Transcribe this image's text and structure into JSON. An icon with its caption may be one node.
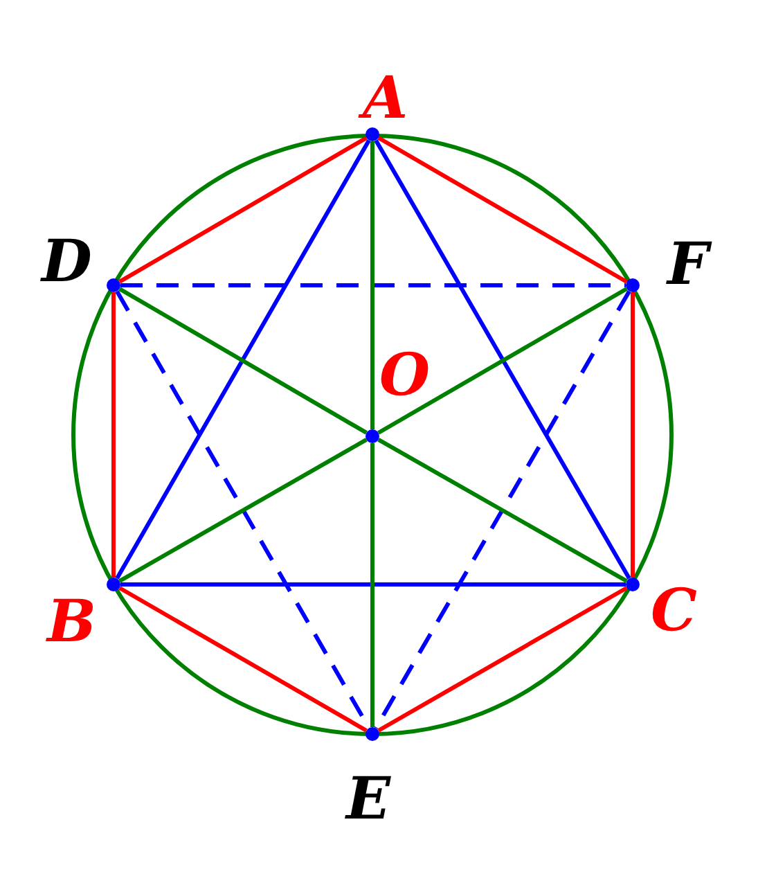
{
  "diagram": {
    "nodes": [
      {
        "text": [],
        "shape": "circle",
        "beside": [
          "A"
        ]
      },
      {
        "text": [],
        "shape": "circle",
        "beside": [
          "D"
        ]
      },
      {
        "text": [],
        "shape": "circle",
        "beside": [
          "F"
        ]
      },
      {
        "text": [],
        "shape": "circle",
        "beside": [
          "O"
        ]
      },
      {
        "text": [],
        "shape": "circle",
        "beside": [
          "B"
        ]
      },
      {
        "text": [],
        "shape": "circle",
        "beside": [
          "C"
        ]
      },
      {
        "text": [],
        "shape": "circle",
        "beside": [
          "E"
        ]
      }
    ],
    "edges": [
      {
        "from": 0,
        "to": 2,
        "arrow": "none",
        "color": "#ff0000"
      },
      {
        "from": 2,
        "to": 5,
        "arrow": "none",
        "color": "#ff0000"
      },
      {
        "from": 5,
        "to": 6,
        "arrow": "none",
        "color": "#ff0000"
      },
      {
        "from": 6,
        "to": 4,
        "arrow": "none",
        "color": "#ff0000"
      },
      {
        "from": 4,
        "to": 1,
        "arrow": "none",
        "color": "#ff0000"
      },
      {
        "from": 1,
        "to": 0,
        "arrow": "none",
        "color": "#ff0000"
      },
      {
        "from": 0,
        "to": 4,
        "arrow": "none",
        "color": "#0000ff"
      },
      {
        "from": 0,
        "to": 5,
        "arrow": "none",
        "color": "#0000ff"
      },
      {
        "from": 4,
        "to": 5,
        "arrow": "none",
        "color": "#0000ff"
      },
      {
        "from": 1,
        "to": 2,
        "arrow": "none",
        "style": "dashed",
        "color": "#0000ff"
      },
      {
        "from": 1,
        "to": 6,
        "arrow": "none",
        "style": "dashed",
        "color": "#0000ff"
      },
      {
        "from": 2,
        "to": 6,
        "arrow": "none",
        "style": "dashed",
        "color": "#0000ff"
      },
      {
        "from": 0,
        "to": 3,
        "arrow": "none",
        "color": "#008000"
      },
      {
        "from": 3,
        "to": 6,
        "arrow": "none",
        "color": "#008000"
      },
      {
        "from": 1,
        "to": 3,
        "arrow": "none",
        "color": "#008000"
      },
      {
        "from": 3,
        "to": 5,
        "arrow": "none",
        "color": "#008000"
      },
      {
        "from": 2,
        "to": 3,
        "arrow": "none",
        "color": "#008000"
      },
      {
        "from": 3,
        "to": 4,
        "arrow": "none",
        "color": "#008000"
      }
    ]
  }
}
